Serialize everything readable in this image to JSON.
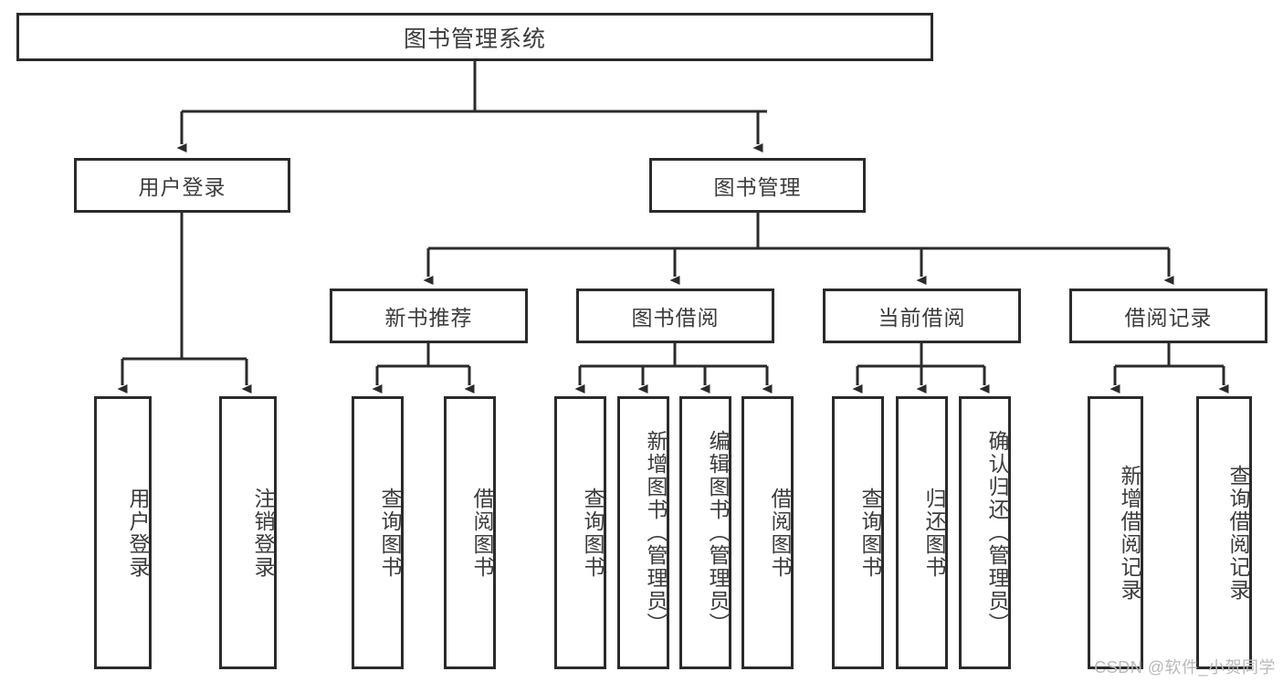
{
  "diagram": {
    "title": "图书管理系统",
    "type": "hierarchy-tree",
    "root": {
      "label": "图书管理系统"
    },
    "level2": [
      {
        "label": "用户登录"
      },
      {
        "label": "图书管理"
      }
    ],
    "level3": [
      {
        "label": "新书推荐"
      },
      {
        "label": "图书借阅"
      },
      {
        "label": "当前借阅"
      },
      {
        "label": "借阅记录"
      }
    ],
    "leaves": {
      "user_login": [
        {
          "label": "用户登录"
        },
        {
          "label": "注销登录"
        }
      ],
      "new_book_recommend": [
        {
          "label": "查询图书"
        },
        {
          "label": "借阅图书"
        }
      ],
      "book_borrow": [
        {
          "label": "查询图书"
        },
        {
          "label": "新增图书（管理员）"
        },
        {
          "label": "编辑图书（管理员）"
        },
        {
          "label": "借阅图书"
        }
      ],
      "current_borrow": [
        {
          "label": "查询图书"
        },
        {
          "label": "归还图书"
        },
        {
          "label": "确认归还（管理员）"
        }
      ],
      "borrow_records": [
        {
          "label": "新增借阅记录"
        },
        {
          "label": "查询借阅记录"
        }
      ]
    }
  },
  "watermark": {
    "text": "CSDN @软件_小贺同学"
  },
  "colors": {
    "border": "#2b2b2b",
    "text": "#3c3c3c",
    "background": "#ffffff",
    "watermark": "#b9b9b9"
  }
}
